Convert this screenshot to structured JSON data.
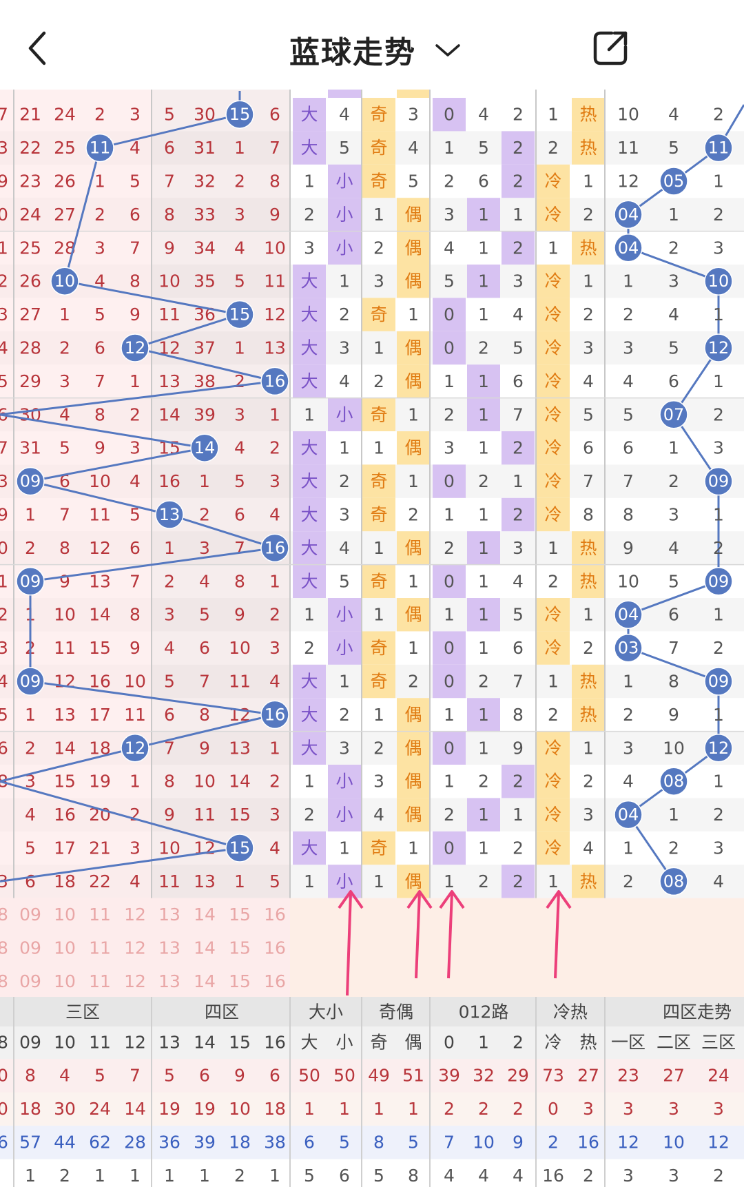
{
  "header": {
    "title": "蓝球走势"
  },
  "columns": {
    "left_edge": [
      "7",
      "3",
      "9",
      "0",
      "1",
      "2",
      "3",
      "4",
      "5",
      "6",
      "7",
      "3",
      "9",
      "0",
      "1",
      "2",
      "3",
      "4",
      "5",
      "6",
      "8",
      "",
      "",
      "3"
    ],
    "zone3": [
      [
        "21",
        "24",
        "2",
        "3"
      ],
      [
        "22",
        "25",
        "11",
        "4"
      ],
      [
        "23",
        "26",
        "1",
        "5"
      ],
      [
        "24",
        "27",
        "2",
        "6"
      ],
      [
        "25",
        "28",
        "3",
        "7"
      ],
      [
        "26",
        "10",
        "4",
        "8"
      ],
      [
        "27",
        "1",
        "5",
        "9"
      ],
      [
        "28",
        "2",
        "6",
        "12"
      ],
      [
        "29",
        "3",
        "7",
        "1"
      ],
      [
        "30",
        "4",
        "8",
        "2"
      ],
      [
        "31",
        "5",
        "9",
        "3"
      ],
      [
        "09",
        "6",
        "10",
        "4"
      ],
      [
        "1",
        "7",
        "11",
        "5"
      ],
      [
        "2",
        "8",
        "12",
        "6"
      ],
      [
        "09",
        "9",
        "13",
        "7"
      ],
      [
        "1",
        "10",
        "14",
        "8"
      ],
      [
        "2",
        "11",
        "15",
        "9"
      ],
      [
        "09",
        "12",
        "16",
        "10"
      ],
      [
        "1",
        "13",
        "17",
        "11"
      ],
      [
        "2",
        "14",
        "18",
        "12"
      ],
      [
        "3",
        "15",
        "19",
        "1"
      ],
      [
        "4",
        "16",
        "20",
        "2"
      ],
      [
        "5",
        "17",
        "21",
        "3"
      ],
      [
        "6",
        "18",
        "22",
        "4"
      ]
    ],
    "zone4": [
      [
        "5",
        "30",
        "15",
        "6"
      ],
      [
        "6",
        "31",
        "1",
        "7"
      ],
      [
        "7",
        "32",
        "2",
        "8"
      ],
      [
        "8",
        "33",
        "3",
        "9"
      ],
      [
        "9",
        "34",
        "4",
        "10"
      ],
      [
        "10",
        "35",
        "5",
        "11"
      ],
      [
        "11",
        "36",
        "15",
        "12"
      ],
      [
        "12",
        "37",
        "1",
        "13"
      ],
      [
        "13",
        "38",
        "2",
        "16"
      ],
      [
        "14",
        "39",
        "3",
        "1"
      ],
      [
        "15",
        "14",
        "4",
        "2"
      ],
      [
        "16",
        "1",
        "5",
        "3"
      ],
      [
        "13",
        "2",
        "6",
        "4"
      ],
      [
        "1",
        "3",
        "7",
        "16"
      ],
      [
        "2",
        "4",
        "8",
        "1"
      ],
      [
        "3",
        "5",
        "9",
        "2"
      ],
      [
        "4",
        "6",
        "10",
        "3"
      ],
      [
        "5",
        "7",
        "11",
        "4"
      ],
      [
        "6",
        "8",
        "12",
        "16"
      ],
      [
        "7",
        "9",
        "13",
        "1"
      ],
      [
        "8",
        "10",
        "14",
        "2"
      ],
      [
        "9",
        "11",
        "15",
        "3"
      ],
      [
        "10",
        "12",
        "15",
        "4"
      ],
      [
        "11",
        "13",
        "1",
        "5"
      ]
    ],
    "size": [
      [
        "大",
        "4"
      ],
      [
        "大",
        "5"
      ],
      [
        "1",
        "小"
      ],
      [
        "2",
        "小"
      ],
      [
        "3",
        "小"
      ],
      [
        "大",
        "1"
      ],
      [
        "大",
        "2"
      ],
      [
        "大",
        "3"
      ],
      [
        "大",
        "4"
      ],
      [
        "1",
        "小"
      ],
      [
        "大",
        "1"
      ],
      [
        "大",
        "2"
      ],
      [
        "大",
        "3"
      ],
      [
        "大",
        "4"
      ],
      [
        "大",
        "5"
      ],
      [
        "1",
        "小"
      ],
      [
        "2",
        "小"
      ],
      [
        "大",
        "1"
      ],
      [
        "大",
        "2"
      ],
      [
        "大",
        "3"
      ],
      [
        "1",
        "小"
      ],
      [
        "2",
        "小"
      ],
      [
        "大",
        "1"
      ],
      [
        "1",
        "小"
      ]
    ],
    "parity": [
      [
        "奇",
        "3"
      ],
      [
        "奇",
        "4"
      ],
      [
        "奇",
        "5"
      ],
      [
        "1",
        "偶"
      ],
      [
        "2",
        "偶"
      ],
      [
        "3",
        "偶"
      ],
      [
        "奇",
        "1"
      ],
      [
        "1",
        "偶"
      ],
      [
        "2",
        "偶"
      ],
      [
        "奇",
        "1"
      ],
      [
        "1",
        "偶"
      ],
      [
        "奇",
        "1"
      ],
      [
        "奇",
        "2"
      ],
      [
        "1",
        "偶"
      ],
      [
        "奇",
        "1"
      ],
      [
        "1",
        "偶"
      ],
      [
        "奇",
        "1"
      ],
      [
        "奇",
        "2"
      ],
      [
        "1",
        "偶"
      ],
      [
        "2",
        "偶"
      ],
      [
        "3",
        "偶"
      ],
      [
        "4",
        "偶"
      ],
      [
        "奇",
        "1"
      ],
      [
        "1",
        "偶"
      ]
    ],
    "route012": [
      [
        "0",
        "4",
        "2"
      ],
      [
        "1",
        "5",
        "2"
      ],
      [
        "2",
        "6",
        "2"
      ],
      [
        "3",
        "1",
        "1"
      ],
      [
        "4",
        "1",
        "2"
      ],
      [
        "5",
        "1",
        "3"
      ],
      [
        "0",
        "1",
        "4"
      ],
      [
        "0",
        "2",
        "5"
      ],
      [
        "1",
        "1",
        "6"
      ],
      [
        "2",
        "1",
        "7"
      ],
      [
        "3",
        "1",
        "2"
      ],
      [
        "0",
        "2",
        "1"
      ],
      [
        "1",
        "1",
        "2"
      ],
      [
        "2",
        "1",
        "3"
      ],
      [
        "0",
        "1",
        "4"
      ],
      [
        "1",
        "1",
        "5"
      ],
      [
        "0",
        "1",
        "6"
      ],
      [
        "0",
        "2",
        "7"
      ],
      [
        "1",
        "1",
        "8"
      ],
      [
        "0",
        "1",
        "9"
      ],
      [
        "1",
        "2",
        "2"
      ],
      [
        "2",
        "1",
        "1"
      ],
      [
        "0",
        "1",
        "2"
      ],
      [
        "1",
        "2",
        "2"
      ]
    ],
    "coldhot": [
      [
        "1",
        "热"
      ],
      [
        "2",
        "热"
      ],
      [
        "冷",
        "1"
      ],
      [
        "冷",
        "2"
      ],
      [
        "1",
        "热"
      ],
      [
        "冷",
        "1"
      ],
      [
        "冷",
        "2"
      ],
      [
        "冷",
        "3"
      ],
      [
        "冷",
        "4"
      ],
      [
        "冷",
        "5"
      ],
      [
        "冷",
        "6"
      ],
      [
        "冷",
        "7"
      ],
      [
        "冷",
        "8"
      ],
      [
        "1",
        "热"
      ],
      [
        "2",
        "热"
      ],
      [
        "冷",
        "1"
      ],
      [
        "冷",
        "2"
      ],
      [
        "1",
        "热"
      ],
      [
        "2",
        "热"
      ],
      [
        "冷",
        "1"
      ],
      [
        "冷",
        "2"
      ],
      [
        "冷",
        "3"
      ],
      [
        "冷",
        "4"
      ],
      [
        "1",
        "热"
      ]
    ],
    "trend": [
      [
        "10",
        "4",
        "2"
      ],
      [
        "11",
        "5",
        "11"
      ],
      [
        "12",
        "05",
        "1"
      ],
      [
        "04",
        "1",
        "2"
      ],
      [
        "04",
        "2",
        "3"
      ],
      [
        "1",
        "3",
        "10"
      ],
      [
        "2",
        "4",
        "1"
      ],
      [
        "3",
        "5",
        "12"
      ],
      [
        "4",
        "6",
        "1"
      ],
      [
        "5",
        "07",
        "2"
      ],
      [
        "6",
        "1",
        "3"
      ],
      [
        "7",
        "2",
        "09"
      ],
      [
        "8",
        "3",
        "1"
      ],
      [
        "9",
        "4",
        "2"
      ],
      [
        "10",
        "5",
        "09"
      ],
      [
        "04",
        "6",
        "1"
      ],
      [
        "03",
        "7",
        "2"
      ],
      [
        "1",
        "8",
        "09"
      ],
      [
        "2",
        "9",
        "1"
      ],
      [
        "3",
        "10",
        "12"
      ],
      [
        "4",
        "08",
        "1"
      ],
      [
        "04",
        "1",
        "2"
      ],
      [
        "1",
        "2",
        "3"
      ],
      [
        "2",
        "08",
        "4"
      ]
    ]
  },
  "placeholder_rows": [
    [
      "8",
      "09",
      "10",
      "11",
      "12",
      "13",
      "14",
      "15",
      "16"
    ],
    [
      "8",
      "09",
      "10",
      "11",
      "12",
      "13",
      "14",
      "15",
      "16"
    ],
    [
      "8",
      "09",
      "10",
      "11",
      "12",
      "13",
      "14",
      "15",
      "16"
    ]
  ],
  "section_labels": {
    "zone3": "三区",
    "zone4": "四区",
    "size": "大小",
    "parity": "奇偶",
    "route": "012路",
    "coldhot": "冷热",
    "trend": "四区走势"
  },
  "sub_labels": [
    "8",
    "09",
    "10",
    "11",
    "12",
    "13",
    "14",
    "15",
    "16",
    "大",
    "小",
    "奇",
    "偶",
    "0",
    "1",
    "2",
    "冷",
    "热",
    "一区",
    "二区",
    "三区"
  ],
  "stats_rows": [
    [
      "0",
      "8",
      "4",
      "5",
      "7",
      "5",
      "6",
      "9",
      "6",
      "50",
      "50",
      "49",
      "51",
      "39",
      "32",
      "29",
      "73",
      "27",
      "23",
      "27",
      "24"
    ],
    [
      "0",
      "18",
      "30",
      "24",
      "14",
      "19",
      "19",
      "10",
      "18",
      "1",
      "1",
      "1",
      "1",
      "2",
      "2",
      "2",
      "0",
      "3",
      "3",
      "3",
      "3"
    ],
    [
      "6",
      "57",
      "44",
      "62",
      "28",
      "36",
      "39",
      "18",
      "38",
      "6",
      "5",
      "8",
      "5",
      "7",
      "10",
      "9",
      "2",
      "16",
      "12",
      "10",
      "12"
    ],
    [
      "",
      "1",
      "2",
      "1",
      "1",
      "1",
      "1",
      "2",
      "1",
      "5",
      "6",
      "5",
      "8",
      "4",
      "4",
      "4",
      "16",
      "2",
      "3",
      "3",
      "2"
    ]
  ],
  "colors": {
    "red_text": "#b8353b",
    "blue_text": "#3a5fbf",
    "ball_blue": "#5578c0",
    "purple_cell": "#d7c2f2",
    "orange_cell": "#fde3a3",
    "orange_text": "#e07b12",
    "arrow_pink": "#ec3f7a"
  }
}
